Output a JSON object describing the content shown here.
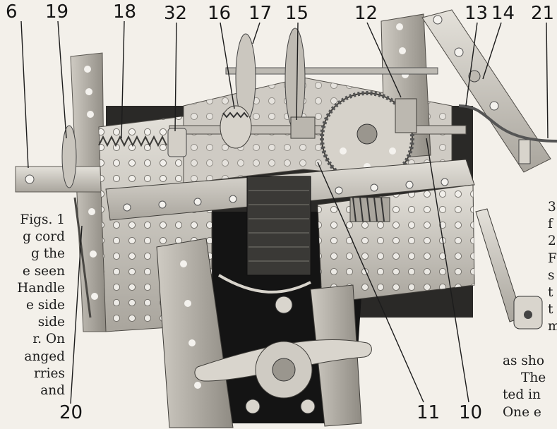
{
  "figure": {
    "callouts": [
      "6",
      "19",
      "18",
      "32",
      "16",
      "17",
      "15",
      "12",
      "13",
      "14",
      "21",
      "20",
      "11",
      "10"
    ]
  },
  "left_text_fragments": [
    "Figs. 1",
    "g cord",
    "g  the",
    "e seen",
    "Handle",
    "e side",
    "  side",
    "r. On",
    "anged",
    "rries",
    " and"
  ],
  "right_text_fragments": [
    "3",
    "f",
    "2",
    "F",
    "s",
    "t",
    "t",
    "m",
    "as sho",
    "The",
    "ted in",
    "One e"
  ],
  "colors": {
    "paper": "#f3f0ea",
    "metal_light": "#d9d6cf",
    "metal_mid": "#a8a49c",
    "metal_dark": "#4a4844",
    "shadow": "#161616",
    "text": "#1c1c1c"
  }
}
